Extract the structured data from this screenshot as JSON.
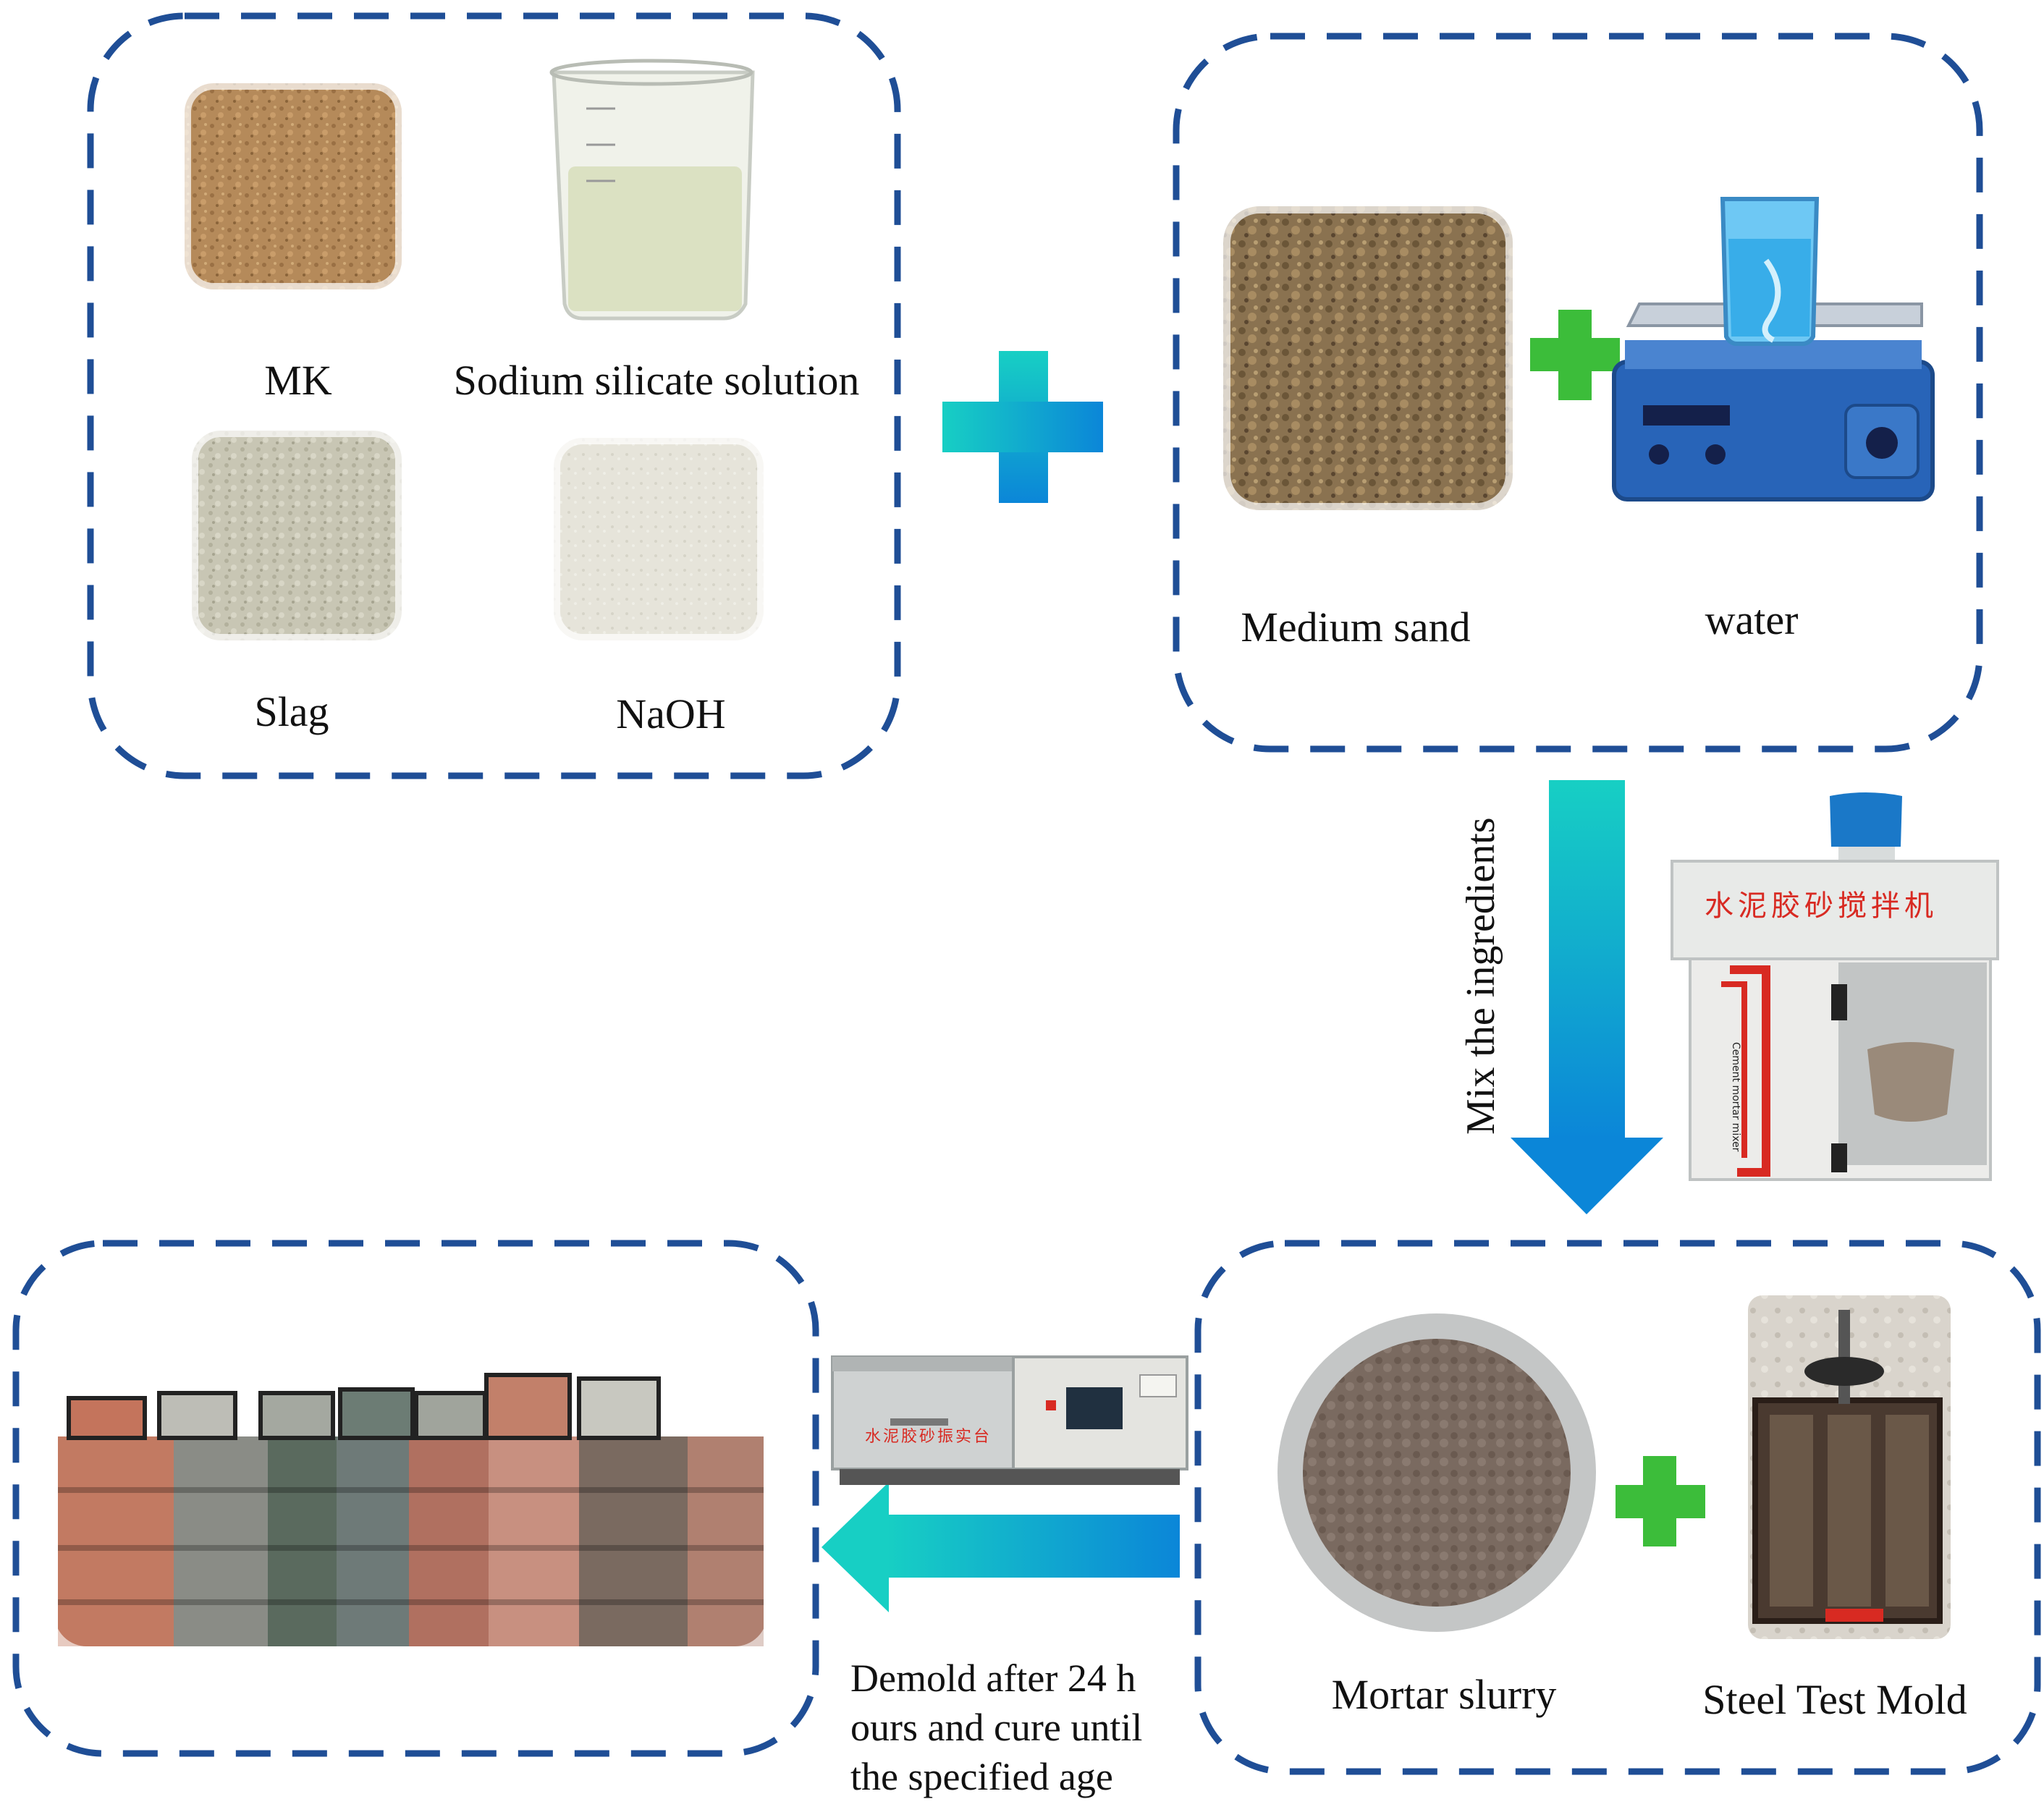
{
  "colors": {
    "dash_border": "#1f4e96",
    "arrow_gradient": [
      "#14c6c0",
      "#0d88d6"
    ],
    "green_plus": "#3cbd3a"
  },
  "panels": {
    "binders": {
      "labels": [
        "MK",
        "Sodium silicate solution",
        "Slag",
        "NaOH"
      ]
    },
    "aggregates": {
      "labels": [
        "Medium sand",
        "water"
      ]
    },
    "mixing": {
      "step_text": "Mix the ingredients",
      "mixer_sign": "水泥胶砂搅拌机",
      "mixer_plate": "Cement mortar mixer"
    },
    "casting": {
      "labels": [
        "Mortar slurry",
        "Steel Test Mold"
      ]
    },
    "curing": {
      "step_lines": [
        "Demold after 24 h",
        "ours and cure until",
        "the specified age"
      ],
      "machine_sign": "水泥胶砂振实台"
    }
  },
  "icons": [
    "plus-icon",
    "arrow-down-icon",
    "arrow-left-icon",
    "beaker-icon",
    "scale-icon",
    "mortar-mixer-icon",
    "jolting-table-icon"
  ]
}
